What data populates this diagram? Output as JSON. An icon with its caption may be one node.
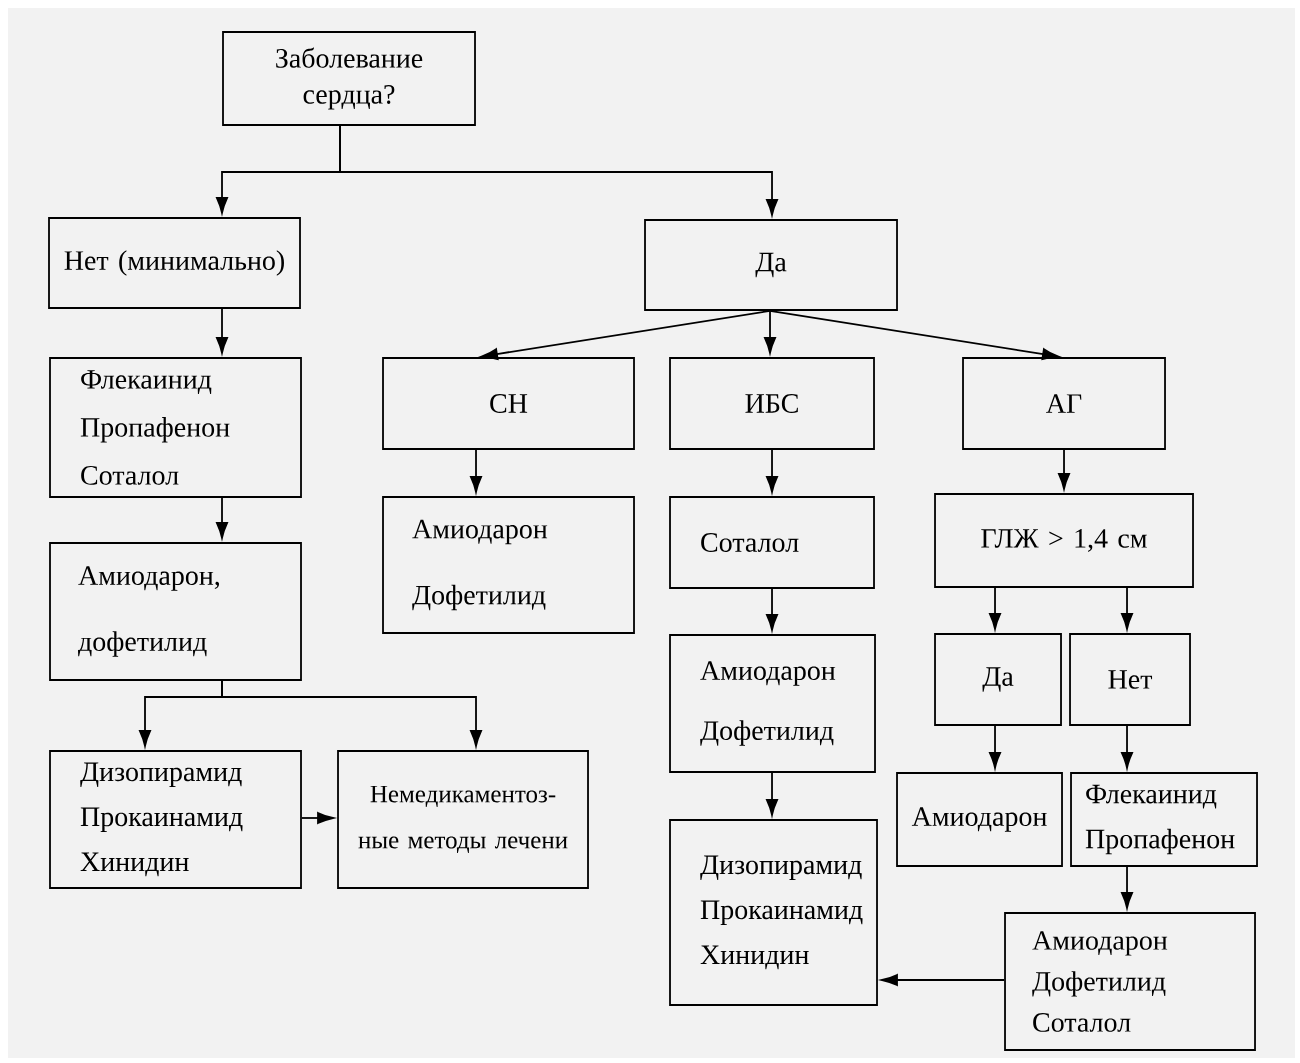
{
  "diagram": {
    "nodes": [
      {
        "text": [
          "Заболевание сердца?"
        ]
      },
      {
        "text": [
          "Нет (минимально)"
        ]
      },
      {
        "text": [
          "Да"
        ]
      },
      {
        "text": [
          "Флекаинид",
          "Пропафенон",
          "Соталол"
        ]
      },
      {
        "text": [
          "Амиодарон,",
          "дофетилид"
        ]
      },
      {
        "text": [
          "Дизопирамид",
          "Прокаинамид",
          "Хинидин"
        ]
      },
      {
        "text": [
          "Немедикаментоз- ные методы лечени"
        ]
      },
      {
        "text": [
          "СН"
        ]
      },
      {
        "text": [
          "Амиодарон",
          "Дофетилид"
        ]
      },
      {
        "text": [
          "ИБС"
        ]
      },
      {
        "text": [
          "Соталол"
        ]
      },
      {
        "text": [
          "Амиодарон",
          "Дофетилид"
        ]
      },
      {
        "text": [
          "Дизопирамид",
          "Прокаинамид",
          "Хинидин"
        ]
      },
      {
        "text": [
          "АГ"
        ]
      },
      {
        "text": [
          "ГЛЖ > 1,4 см"
        ]
      },
      {
        "text": [
          "Да"
        ]
      },
      {
        "text": [
          "Нет"
        ]
      },
      {
        "text": [
          "Амиодарон"
        ]
      },
      {
        "text": [
          "Флекаинид",
          "Пропафенон"
        ]
      },
      {
        "text": [
          "Амиодарон",
          "Дофетилид",
          "Соталол"
        ]
      }
    ],
    "edges": [
      {
        "from": 0,
        "to": 1,
        "arrow": "to"
      },
      {
        "from": 0,
        "to": 2,
        "arrow": "to"
      },
      {
        "from": 1,
        "to": 3,
        "arrow": "to"
      },
      {
        "from": 3,
        "to": 4,
        "arrow": "to"
      },
      {
        "from": 4,
        "to": 5,
        "arrow": "to"
      },
      {
        "from": 4,
        "to": 6,
        "arrow": "to"
      },
      {
        "from": 5,
        "to": 6,
        "arrow": "to"
      },
      {
        "from": 2,
        "to": 7,
        "arrow": "to"
      },
      {
        "from": 2,
        "to": 9,
        "arrow": "to"
      },
      {
        "from": 2,
        "to": 13,
        "arrow": "to"
      },
      {
        "from": 7,
        "to": 8,
        "arrow": "to"
      },
      {
        "from": 9,
        "to": 10,
        "arrow": "to"
      },
      {
        "from": 10,
        "to": 11,
        "arrow": "to"
      },
      {
        "from": 11,
        "to": 12,
        "arrow": "to"
      },
      {
        "from": 13,
        "to": 14,
        "arrow": "to"
      },
      {
        "from": 14,
        "to": 15,
        "arrow": "to"
      },
      {
        "from": 14,
        "to": 16,
        "arrow": "to"
      },
      {
        "from": 15,
        "to": 17,
        "arrow": "to"
      },
      {
        "from": 16,
        "to": 18,
        "arrow": "to"
      },
      {
        "from": 18,
        "to": 19,
        "arrow": "to"
      },
      {
        "from": 19,
        "to": 12,
        "arrow": "to"
      }
    ]
  }
}
